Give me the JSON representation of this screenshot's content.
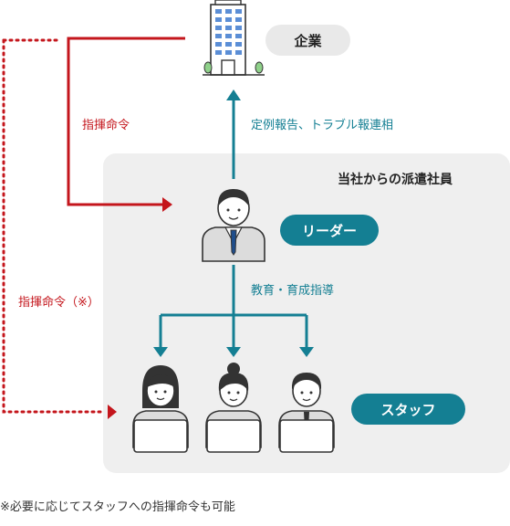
{
  "company": {
    "label": "企業"
  },
  "group_title": "当社からの派遣社員",
  "leader": {
    "label": "リーダー"
  },
  "staff": {
    "label": "スタッフ"
  },
  "labels": {
    "report": "定例報告、トラブル報連相",
    "command": "指揮命令",
    "command_note": "指揮命令（※）",
    "education": "教育・育成指導"
  },
  "footnote": "※必要に応じてスタッフへの指揮命令も可能",
  "colors": {
    "red": "#c4161c",
    "teal": "#147f93",
    "panel": "#efefef",
    "pill_gray": "#e9e9e9"
  },
  "icons": [
    "building-icon",
    "leader-person-icon",
    "female-staff-icon",
    "female-staff-icon",
    "male-staff-icon",
    "laptop-icon"
  ]
}
